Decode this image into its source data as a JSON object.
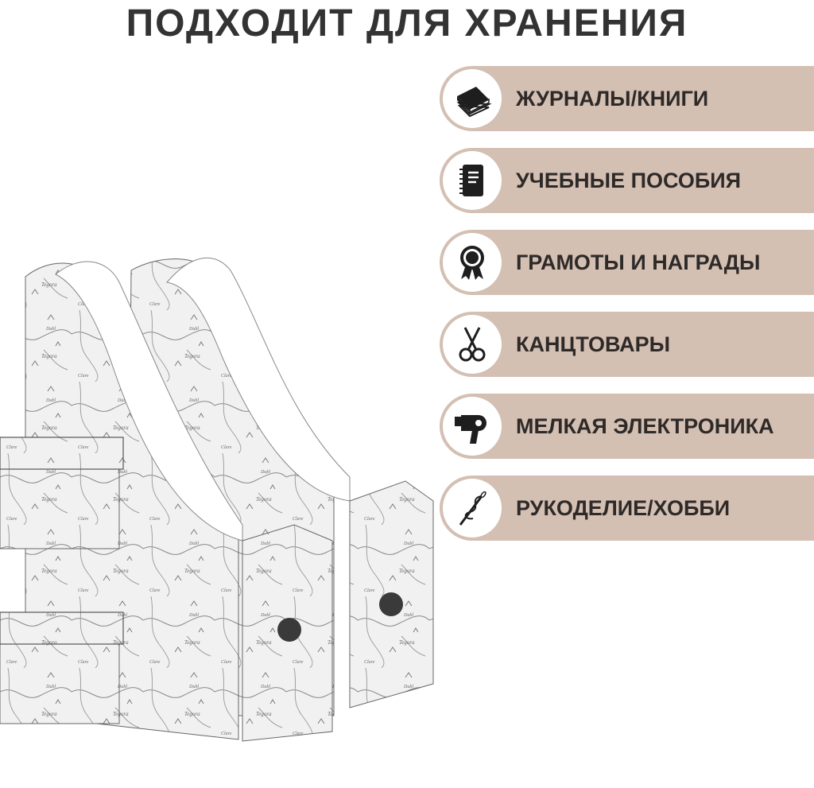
{
  "header": {
    "title": "ПОДХОДИТ ДЛЯ ХРАНЕНИЯ"
  },
  "colors": {
    "pill": "#d4bfb3",
    "icon_bg": "#ffffff",
    "text": "#333333"
  },
  "categories": [
    {
      "icon": "book-stack-icon",
      "label": "ЖУРНАЛЫ/КНИГИ"
    },
    {
      "icon": "notebook-icon",
      "label": "УЧЕБНЫЕ ПОСОБИЯ"
    },
    {
      "icon": "award-rosette-icon",
      "label": "ГРАМОТЫ И НАГРАДЫ"
    },
    {
      "icon": "scissors-icon",
      "label": "КАНЦТОВАРЫ"
    },
    {
      "icon": "hair-dryer-icon",
      "label": "МЕЛКАЯ ЭЛЕКТРОНИКА"
    },
    {
      "icon": "needle-thread-icon",
      "label": "РУКОДЕЛИЕ/ХОББИ"
    }
  ]
}
